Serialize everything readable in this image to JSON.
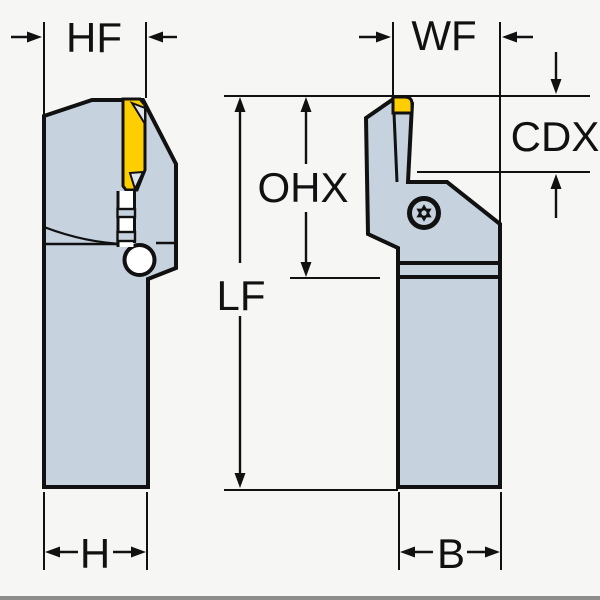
{
  "dimension_labels": {
    "hf": "HF",
    "wf": "WF",
    "cdx": "CDX",
    "ohx": "OHX",
    "lf": "LF",
    "h": "H",
    "b": "B"
  },
  "colors": {
    "body": "#c6d2dd",
    "facet": "#dde4ea",
    "insert": "#ffce00",
    "line": "#111111",
    "background": "#f6f6f5",
    "slot": "#ffffff",
    "bottom_edge": "#8d8d8d"
  }
}
